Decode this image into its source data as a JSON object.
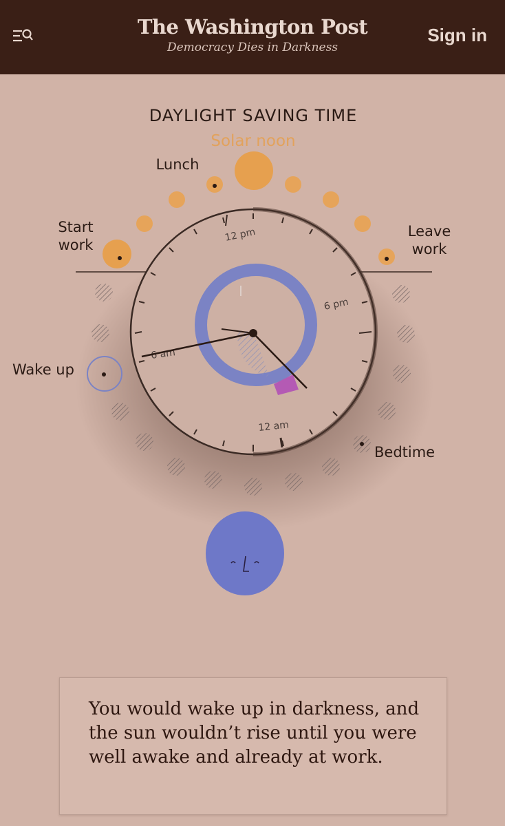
{
  "header": {
    "brand": "The Washington Post",
    "tagline": "Democracy Dies in Darkness",
    "sign_in_label": "Sign in",
    "background_color": "#3a1f16"
  },
  "illustration": {
    "title": "DAYLIGHT SAVING TIME",
    "solar_noon_label": "Solar noon",
    "labels": {
      "lunch": "Lunch",
      "start_work_1": "Start",
      "start_work_2": "work",
      "leave_work_1": "Leave",
      "leave_work_2": "work",
      "wake_up": "Wake up",
      "bedtime": "Bedtime"
    },
    "clock_labels": {
      "noon": "12 pm",
      "six_pm": "6 pm",
      "six_am": "6 am",
      "midnight": "12 am"
    },
    "colors": {
      "sun": "#e6a45a",
      "night_ring": "#7b83c4",
      "moon": "#6e78c8",
      "highlight": "#b45ab4"
    }
  },
  "caption": {
    "text": "You would wake up in darkness, and the sun wouldn’t rise until you were well awake and already at work."
  }
}
